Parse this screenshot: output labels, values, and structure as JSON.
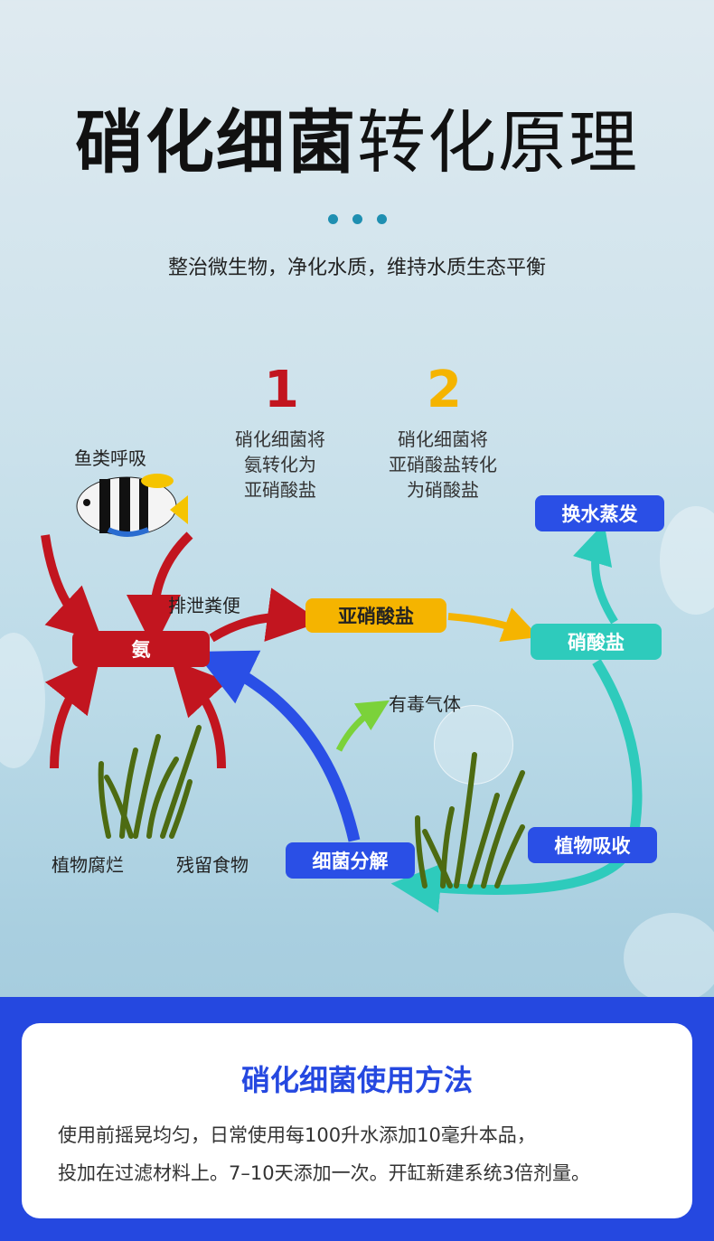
{
  "header": {
    "title_bold": "硝化细菌",
    "title_light": "转化原理",
    "subtitle": "整治微生物，净化水质，维持水质生态平衡"
  },
  "steps": [
    {
      "number": "1",
      "color": "#c2151f",
      "lines": [
        "硝化细菌将",
        "氨转化为",
        "亚硝酸盐"
      ]
    },
    {
      "number": "2",
      "color": "#f5b400",
      "lines": [
        "硝化细菌将",
        "亚硝酸盐转化",
        "为硝酸盐"
      ]
    }
  ],
  "labels": {
    "fish_breathing": "鱼类呼吸",
    "excretion": "排泄粪便",
    "toxic_gas": "有毒气体",
    "plant_decay": "植物腐烂",
    "residual_food": "残留食物"
  },
  "nodes": {
    "ammonia": "氨",
    "nitrite": "亚硝酸盐",
    "nitrate": "硝酸盐",
    "evaporation": "换水蒸发",
    "plant_absorption": "植物吸收",
    "bacterial_decomposition": "细菌分解"
  },
  "usage": {
    "title": "硝化细菌使用方法",
    "line1": "使用前摇晃均匀，日常使用每100升水添加10毫升本品，",
    "line2": "投加在过滤材料上。7–10天添加一次。开缸新建系统3倍剂量。"
  },
  "colors": {
    "red": "#c2151f",
    "yellow": "#f5b400",
    "teal": "#2ecbbc",
    "blue": "#2a4fe6",
    "green": "#7bd23a"
  }
}
